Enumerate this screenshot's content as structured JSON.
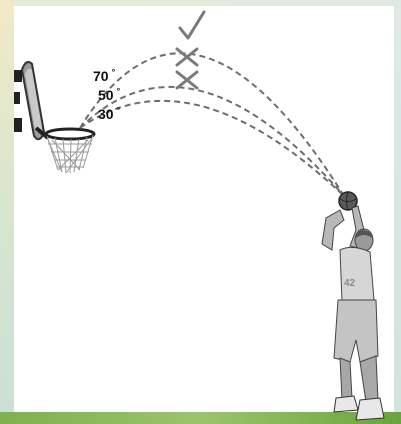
{
  "angles": [
    {
      "value": "70",
      "unit": "°",
      "outcome": "make"
    },
    {
      "value": "50",
      "unit": "°",
      "outcome": "miss"
    },
    {
      "value": "30",
      "unit": "°",
      "outcome": "miss"
    }
  ],
  "colors": {
    "trajectory": "#6e6e6e",
    "marks": "#7a7a7a",
    "text": "#111111",
    "background": "#ffffff"
  },
  "icons": [
    "check-mark-icon",
    "cross-mark-icon",
    "cross-mark-icon",
    "basketball-hoop-icon",
    "basketball-player-icon"
  ]
}
